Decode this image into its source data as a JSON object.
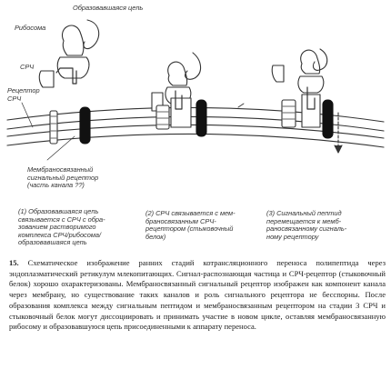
{
  "labels": {
    "nascent_chain": "Образовавшаяся цепь",
    "ribosome": "Рибосома",
    "srp": "СРЧ",
    "srp_receptor": "Рецептор\nСРЧ",
    "membrane_receptor": "Мембраносвязанный\nсигнальный рецептор\n(часть канала ??)"
  },
  "stages": [
    {
      "id": "stage-1",
      "text": "(1) Образовавшаяся цепь\nсвязывается с СРЧ с обра-\nзованием растворимого\nкомплекса СРЧ/рибосома/\nобразовавшаяся цепь"
    },
    {
      "id": "stage-2",
      "text": "(2) СРЧ связывается с мем-\nбраносвязанным СРЧ-\nрецептором (стыковочный\nбелок)"
    },
    {
      "id": "stage-3",
      "text": "(3) Сигнальный пептид\nперемещается к мемб-\nраносвязанному сигналь-\nному рецептору"
    }
  ],
  "caption": {
    "number": "15.",
    "text": "Схематическое изображение ранних стадий котрансляционного переноса полипептида через эндоплазматический ретикулум млекопитающих. Сигнал-распознающая частица и СРЧ-рецептор (стыковочный белок) хорошо охарактеризованы. Мембраносвязанный сигнальный рецептор изображен как компонент канала через мембрану, но существование таких каналов и роль сигнального рецептора не бесспорны. После образования комплекса между сигнальным пептидом и мембраносвязанным рецептором на стадии 3 СРЧ и стыковочный белок могут диссоциировать и принимать участие в новом цикле, оставляя мембраносвязанную рибосому и образовавшуюся цепь присоединенными к аппарату переноса."
  }
}
